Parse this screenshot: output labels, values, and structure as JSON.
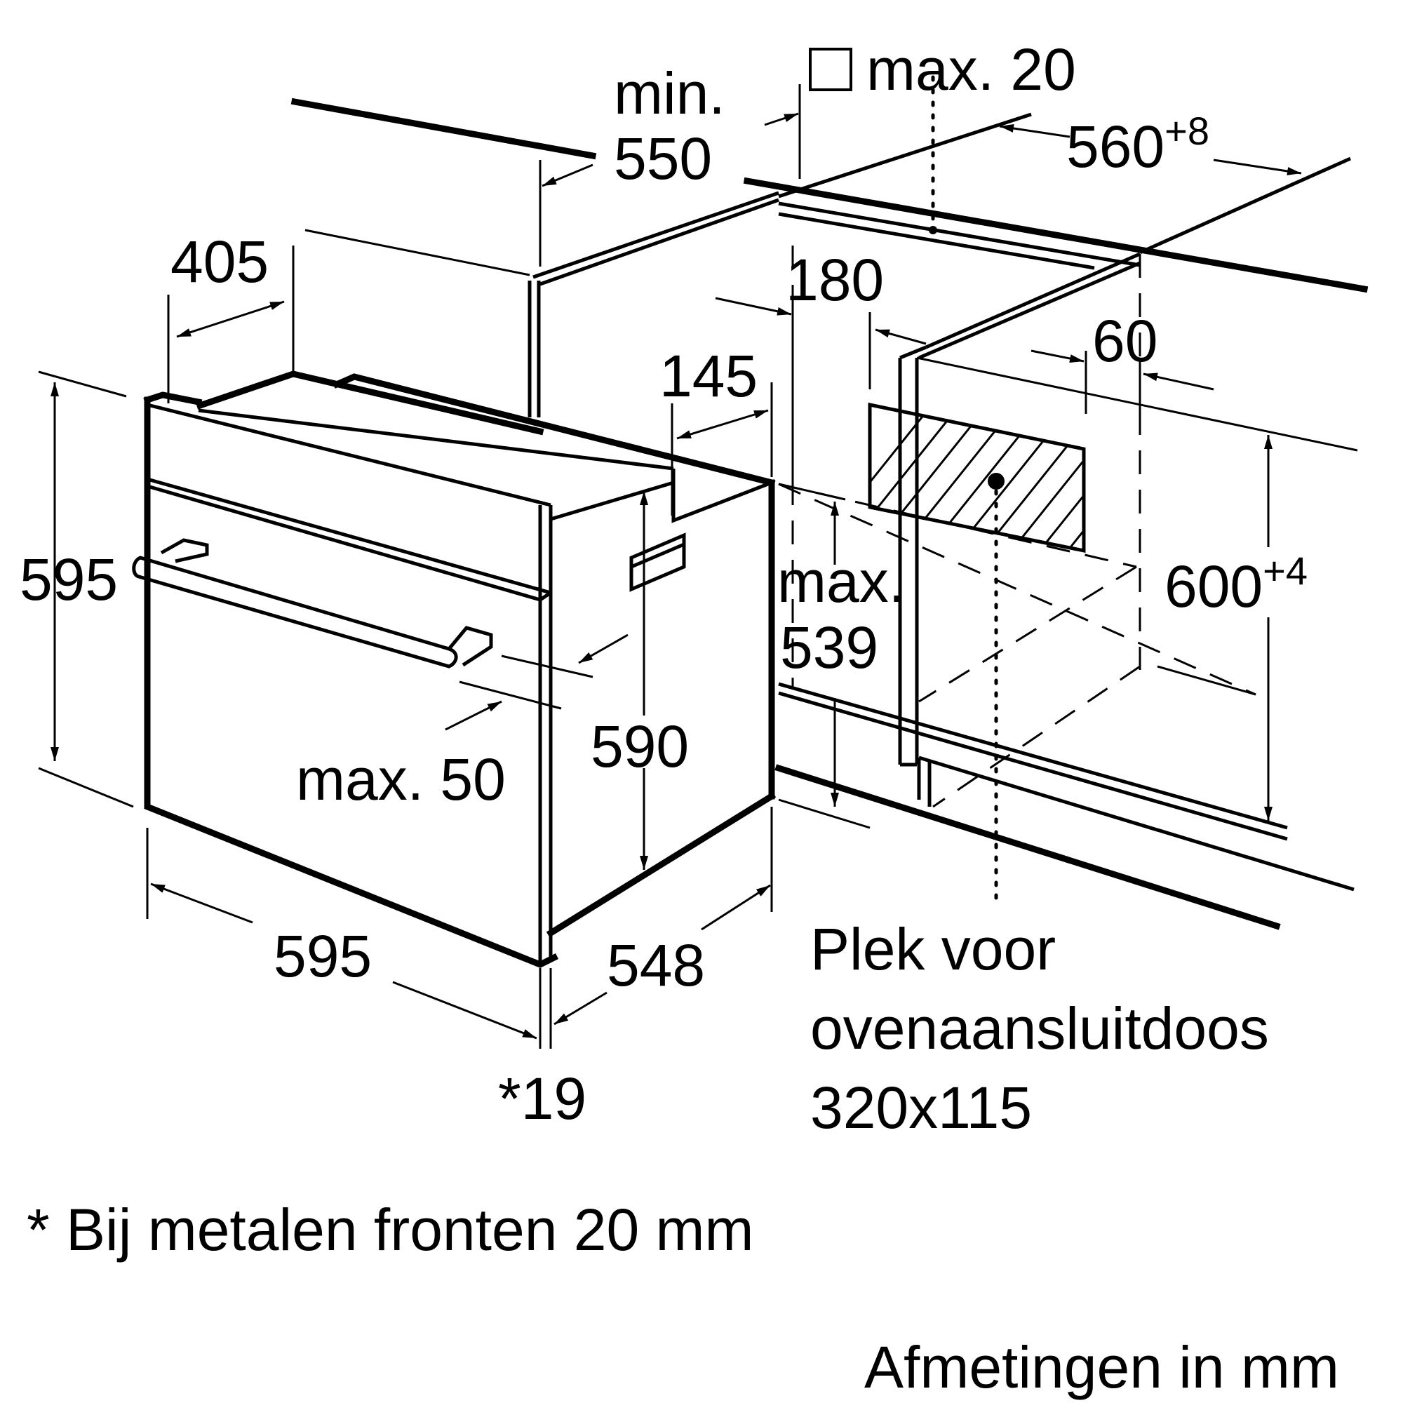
{
  "dimensions": {
    "min_label": "min.",
    "min_value": "550",
    "max_square": "max. 20",
    "cabinet_width": "560",
    "cabinet_width_tol": "+8",
    "d405": "405",
    "d180": "180",
    "d60": "60",
    "d145": "145",
    "height_left": "595",
    "height_right": "600",
    "height_right_tol": "+4",
    "max_label": "max.",
    "d539": "539",
    "d590": "590",
    "max50": "max. 50",
    "width_bottom": "595",
    "depth_bottom": "548",
    "front_thickness": "*19"
  },
  "socket_note": {
    "line1": "Plek voor",
    "line2": "ovenaansluitdoos",
    "line3": "320x115"
  },
  "footnote": "* Bij metalen fronten 20 mm",
  "units_caption": "Afmetingen in mm"
}
